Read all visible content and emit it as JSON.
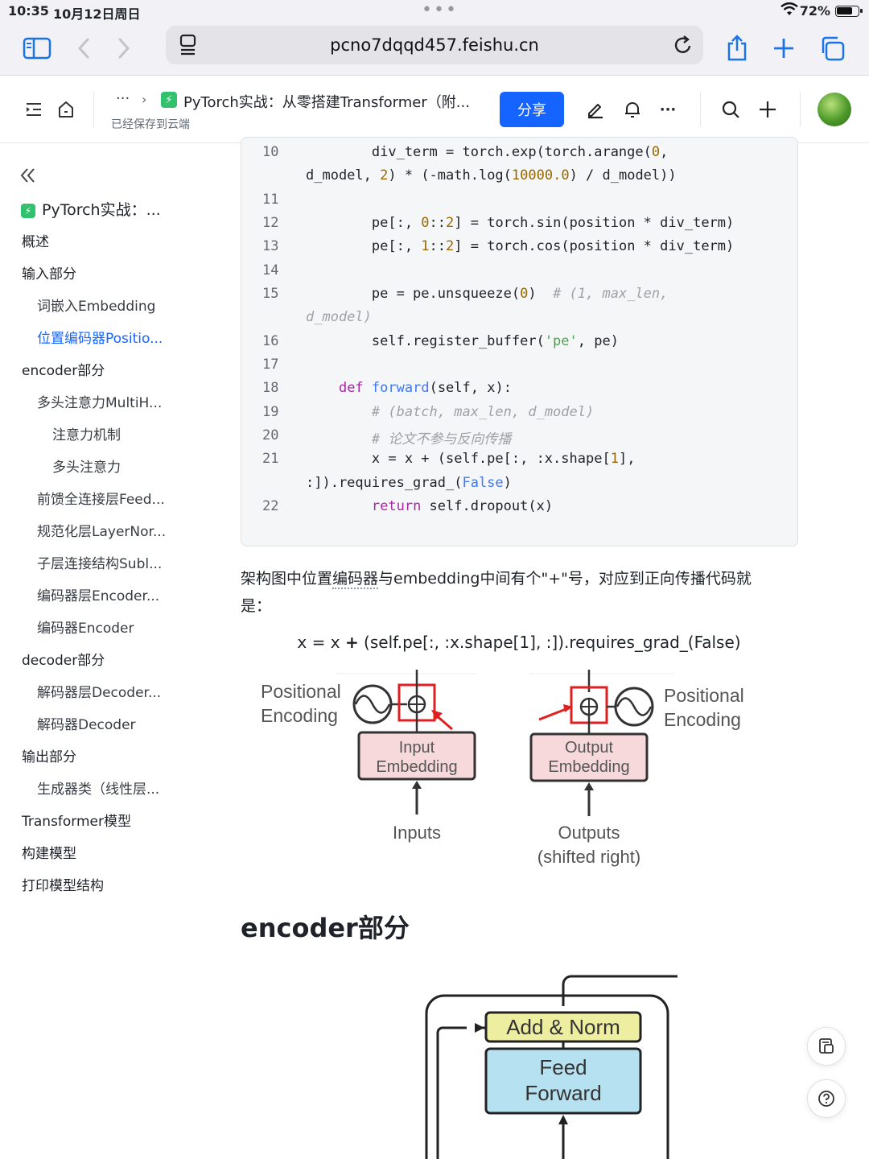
{
  "status_bar": {
    "time": "10:35",
    "date": "10月12日周日",
    "battery": "72%"
  },
  "browser": {
    "url": "pcno7dqqd457.feishu.cn"
  },
  "header": {
    "breadcrumb_more": "···",
    "title": "PyTorch实战：从零搭建Transformer（附...",
    "saved_status": "已经保存到云端",
    "share_label": "分享",
    "more_label": "···"
  },
  "sidebar": {
    "items": [
      {
        "label": "PyTorch实战：...",
        "level": 0
      },
      {
        "label": "概述",
        "level": 1
      },
      {
        "label": "输入部分",
        "level": 1
      },
      {
        "label": "词嵌入Embedding",
        "level": 2
      },
      {
        "label": "位置编码器Positio...",
        "level": 2,
        "active": true
      },
      {
        "label": "encoder部分",
        "level": 1
      },
      {
        "label": "多头注意力MultiH...",
        "level": 2
      },
      {
        "label": "注意力机制",
        "level": 3
      },
      {
        "label": "多头注意力",
        "level": 3
      },
      {
        "label": "前馈全连接层Feed...",
        "level": 2
      },
      {
        "label": "规范化层LayerNor...",
        "level": 2
      },
      {
        "label": "子层连接结构Subl...",
        "level": 2
      },
      {
        "label": "编码器层Encoder...",
        "level": 2
      },
      {
        "label": "编码器Encoder",
        "level": 2
      },
      {
        "label": "decoder部分",
        "level": 1
      },
      {
        "label": "解码器层Decoder...",
        "level": 2
      },
      {
        "label": "解码器Decoder",
        "level": 2
      },
      {
        "label": "输出部分",
        "level": 1
      },
      {
        "label": "生成器类（线性层...",
        "level": 2
      },
      {
        "label": "Transformer模型",
        "level": 1
      },
      {
        "label": "构建模型",
        "level": 1
      },
      {
        "label": "打印模型结构",
        "level": 1
      }
    ]
  },
  "code": {
    "line_numbers": [
      "10",
      "11",
      "12",
      "13",
      "14",
      "15",
      "16",
      "17",
      "18",
      "19",
      "20",
      "21",
      "22"
    ]
  },
  "content": {
    "paragraph_part1": "架构图中位置",
    "paragraph_highlight": "编码器",
    "paragraph_part2": "与embedding中间有个\"+\"号，对应到正向传播代码就",
    "paragraph_line2": "是：",
    "formula_part1": "x = x ",
    "formula_plus": "+",
    "formula_part2": " (self.pe[:, :x.shape[1], :]).requires_grad_(False)",
    "section_heading": "encoder部分"
  },
  "figure1": {
    "left_label_line1": "Positional",
    "left_label_line2": "Encoding",
    "right_label_line1": "Positional",
    "right_label_line2": "Encoding",
    "input_box_line1": "Input",
    "input_box_line2": "Embedding",
    "output_box_line1": "Output",
    "output_box_line2": "Embedding",
    "inputs_label": "Inputs",
    "outputs_label_line1": "Outputs",
    "outputs_label_line2": "(shifted right)"
  },
  "figure2": {
    "addnorm_label": "Add & Norm",
    "ff_line1": "Feed",
    "ff_line2": "Forward"
  },
  "colors": {
    "accent": "#1664ff",
    "doc_badge": "#32c26e",
    "embedding_box": "#f7d9dc",
    "addnorm_box": "#eeeea0",
    "ff_box": "#b6e1f1",
    "highlight_red": "#e02020"
  }
}
